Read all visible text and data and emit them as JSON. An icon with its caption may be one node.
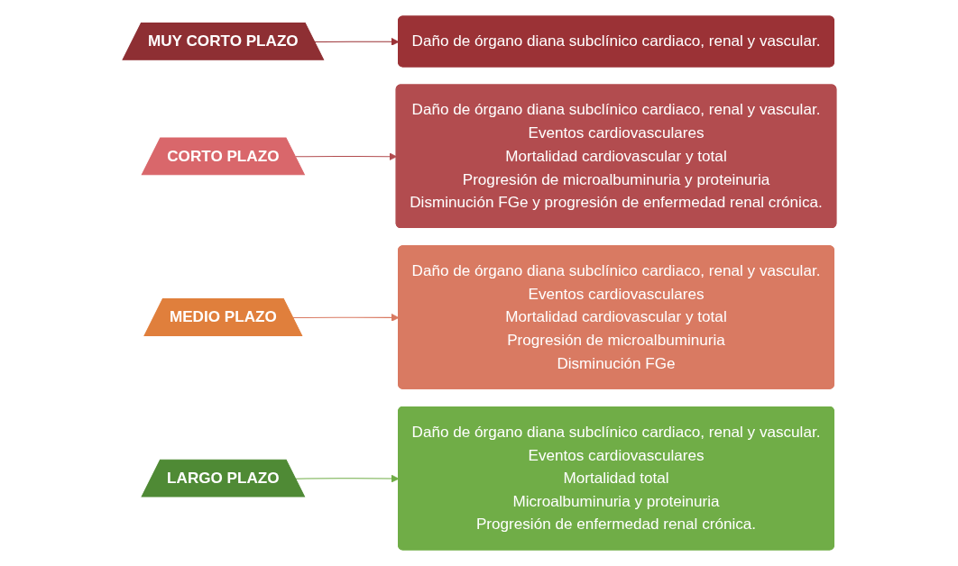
{
  "diagram": {
    "nodes": [
      {
        "text": [
          "MUY CORTO PLAZO"
        ]
      },
      {
        "text": [
          "CORTO PLAZO"
        ]
      },
      {
        "text": [
          "MEDIO PLAZO"
        ]
      },
      {
        "text": [
          "LARGO PLAZO"
        ]
      },
      {
        "text": [
          "Daño de órgano diana subclínico cardiaco, renal y vascular."
        ]
      },
      {
        "text": [
          "Daño de órgano diana subclínico cardiaco, renal y vascular.",
          "Eventos cardiovasculares",
          "Mortalidad cardiovascular y total",
          "Progresión de microalbuminuria y proteinuria",
          "Disminución FGe y progresión de enfermedad renal crónica."
        ]
      },
      {
        "text": [
          "Daño de órgano diana subclínico cardiaco, renal y vascular.",
          "Eventos cardiovasculares",
          "Mortalidad cardiovascular y total",
          "Progresión de microalbuminuria",
          "Disminución FGe"
        ]
      },
      {
        "text": [
          "Daño de órgano diana subclínico cardiaco, renal y vascular.",
          "Eventos cardiovasculares",
          "Mortalidad total",
          "Microalbuminuria y proteinuria",
          "Progresión de enfermedad renal crónica."
        ]
      }
    ],
    "edges": [
      {
        "from": 0,
        "to": 4,
        "arrow": "to",
        "color": "#9b3236"
      },
      {
        "from": 1,
        "to": 5,
        "arrow": "to",
        "color": "#b24c4f"
      },
      {
        "from": 2,
        "to": 6,
        "arrow": "to",
        "color": "#d97a62"
      },
      {
        "from": 3,
        "to": 7,
        "arrow": "to",
        "color": "#70ad47"
      }
    ]
  }
}
